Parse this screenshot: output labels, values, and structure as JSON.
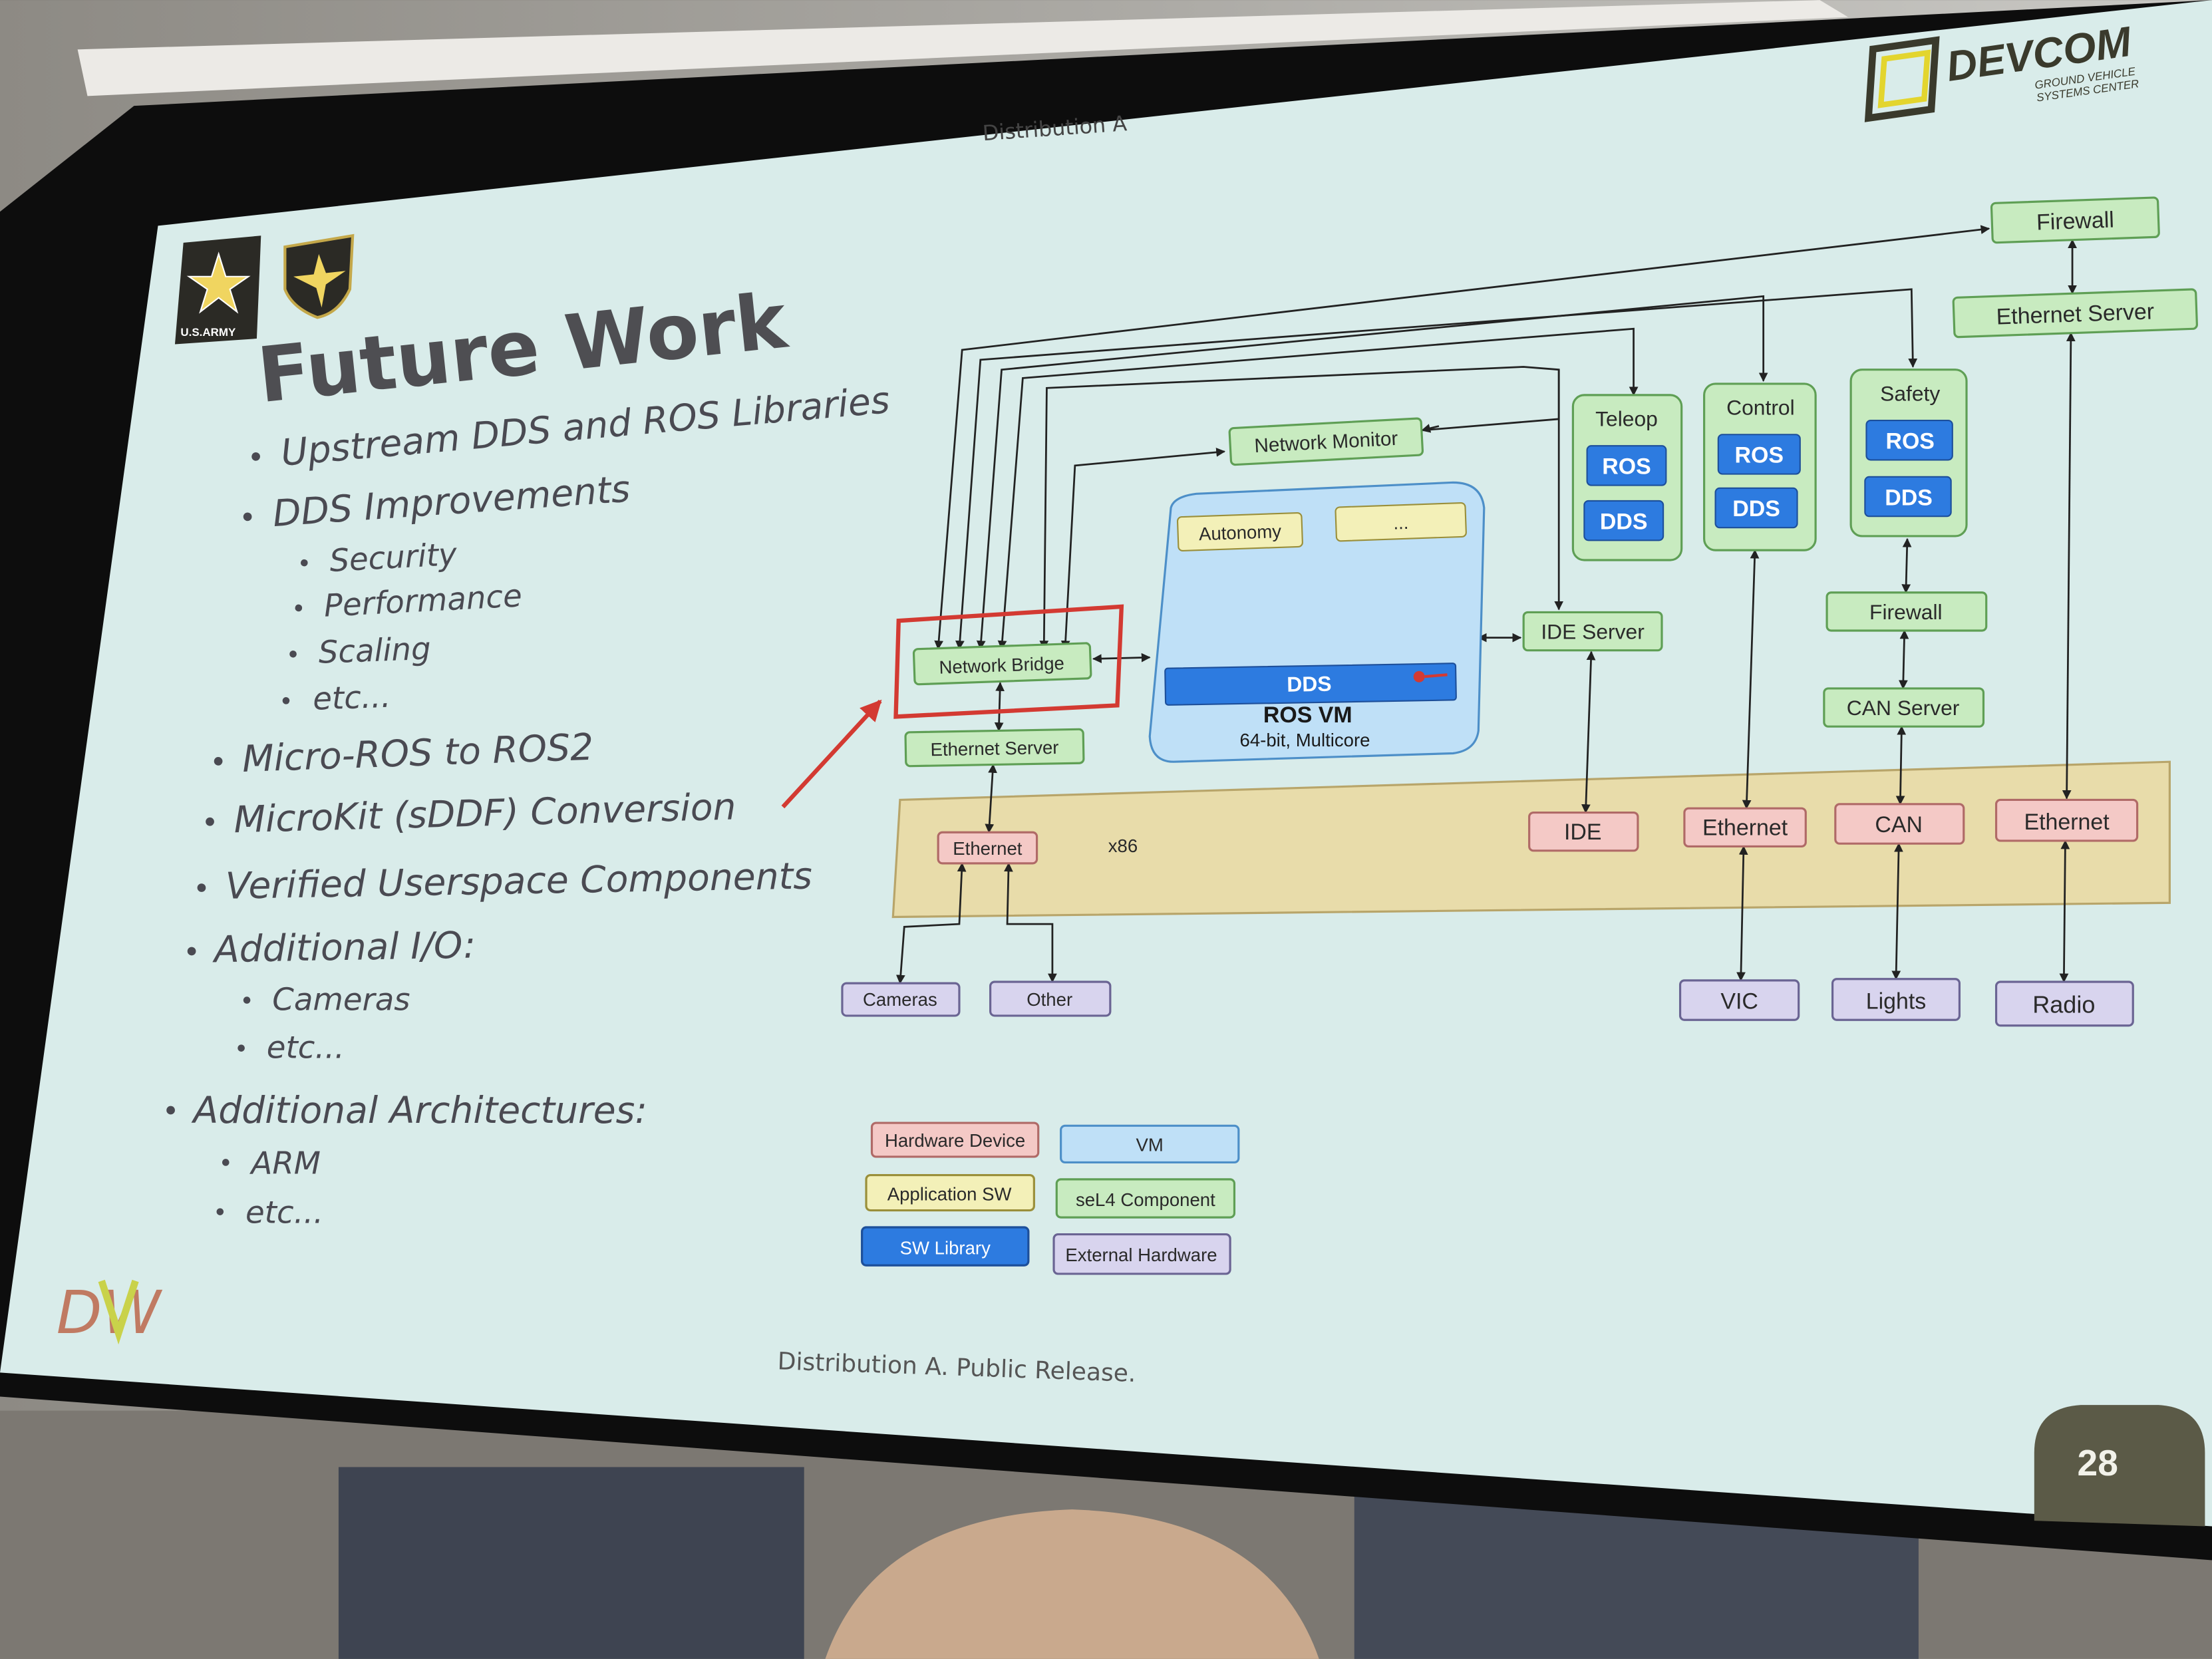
{
  "slide": {
    "distribution_header": "Distribution A",
    "title": "Future Work",
    "footer": "Distribution A.  Public Release.",
    "page_number": "28",
    "army_logo_text": "U.S.ARMY",
    "devcom_logo_text": "DEVCOM",
    "devcom_subtitle_1": "GROUND VEHICLE",
    "devcom_subtitle_2": "SYSTEMS CENTER",
    "bottom_logo_text": "DW"
  },
  "bullets": [
    {
      "level": 1,
      "text": "Upstream DDS and ROS Libraries"
    },
    {
      "level": 1,
      "text": "DDS Improvements"
    },
    {
      "level": 2,
      "text": "Security"
    },
    {
      "level": 2,
      "text": "Performance"
    },
    {
      "level": 2,
      "text": "Scaling"
    },
    {
      "level": 2,
      "text": "etc..."
    },
    {
      "level": 1,
      "text": "Micro-ROS to ROS2"
    },
    {
      "level": 1,
      "text": "MicroKit (sDDF) Conversion"
    },
    {
      "level": 1,
      "text": "Verified Userspace Components"
    },
    {
      "level": 1,
      "text": "Additional I/O:"
    },
    {
      "level": 2,
      "text": "Cameras"
    },
    {
      "level": 2,
      "text": "etc..."
    },
    {
      "level": 1,
      "text": "Additional Architectures:"
    },
    {
      "level": 2,
      "text": "ARM"
    },
    {
      "level": 2,
      "text": "etc..."
    }
  ],
  "diagram": {
    "firewall_top": "Firewall",
    "ethernet_server_top": "Ethernet Server",
    "teleop": "Teleop",
    "control": "Control",
    "safety": "Safety",
    "ros": "ROS",
    "dds": "DDS",
    "network_monitor": "Network Monitor",
    "autonomy": "Autonomy",
    "ellipsis": "...",
    "ros_vm_dds": "DDS",
    "ros_vm": "ROS VM",
    "ros_vm_sub": "64-bit, Multicore",
    "ide_server": "IDE Server",
    "firewall_mid": "Firewall",
    "can_server": "CAN Server",
    "network_bridge": "Network Bridge",
    "ethernet_server_left": "Ethernet Server",
    "x86": "x86",
    "ethernet_left": "Ethernet",
    "ide": "IDE",
    "ethernet_mid": "Ethernet",
    "can": "CAN",
    "ethernet_right": "Ethernet",
    "cameras": "Cameras",
    "other": "Other",
    "vic": "VIC",
    "lights": "Lights",
    "radio": "Radio"
  },
  "legend": {
    "hardware_device": "Hardware Device",
    "vm": "VM",
    "application_sw": "Application SW",
    "sel4_component": "seL4 Component",
    "sw_library": "SW Library",
    "external_hardware": "External Hardware"
  },
  "colors": {
    "slide_bg": "#d9ecea",
    "sel4_green": "#c8ebc0",
    "sel4_border": "#5f9f55",
    "hw_pink": "#f4c9c6",
    "hw_border": "#b06a67",
    "vm_blue": "#bfe0f7",
    "vm_border": "#4d8fc8",
    "app_yellow": "#f3f0b8",
    "lib_blue": "#2d7be0",
    "ext_purple": "#d8d4ee",
    "ext_border": "#6a6493",
    "x86_band": "#e8dcaa",
    "highlight_red": "#d33a32",
    "accent_olive": "#5b5a47"
  }
}
